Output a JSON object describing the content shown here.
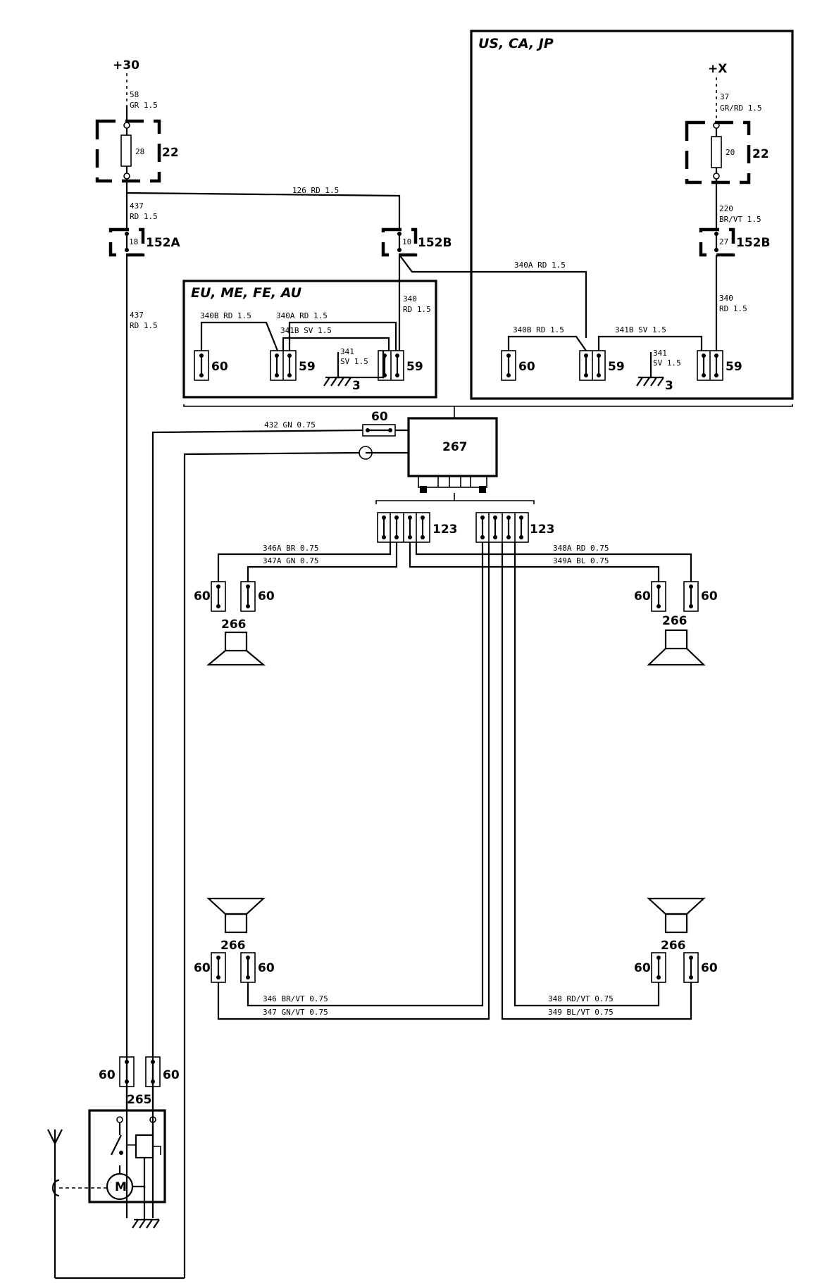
{
  "supply": {
    "plus30": "+30",
    "plusx": "+X"
  },
  "regions": {
    "north_america": "US, CA, JP",
    "europe": "EU, ME, FE, AU"
  },
  "components": {
    "fuse_box": "22",
    "fuse_28": "28",
    "fuse_20": "20",
    "connector_152a": "152A",
    "connector_152b": "152B",
    "pin_18": "18",
    "pin_10": "10",
    "pin_27": "27",
    "connector_60": "60",
    "connector_59": "59",
    "ground_3": "3",
    "radio": "267",
    "connector_123": "123",
    "speaker": "266",
    "antenna_motor": "265",
    "motor": "M"
  },
  "wires": {
    "w58": [
      "58",
      "GR 1.5"
    ],
    "w126": "126 RD 1.5",
    "w437a": [
      "437",
      "RD 1.5"
    ],
    "w437b": [
      "437",
      "RD 1.5"
    ],
    "w340": [
      "340",
      "RD 1.5"
    ],
    "w340b_eu": "340B RD 1.5",
    "w340a_eu": "340A RD 1.5",
    "w341b_eu": "341B SV 1.5",
    "w341_eu": [
      "341",
      "SV 1.5"
    ],
    "w37": [
      "37",
      "GR/RD 1.5"
    ],
    "w220": [
      "220",
      "BR/VT 1.5"
    ],
    "w340a_us": "340A RD 1.5",
    "w340_us": [
      "340",
      "RD 1.5"
    ],
    "w340b_us": "340B RD 1.5",
    "w341b_us": "341B SV 1.5",
    "w341_us": [
      "341",
      "SV 1.5"
    ],
    "w432": "432 GN 0.75",
    "w346a": "346A BR 0.75",
    "w347a": "347A GN 0.75",
    "w348a": "348A RD 0.75",
    "w349a": "349A BL 0.75",
    "w346": "346 BR/VT 0.75",
    "w347": "347 GN/VT 0.75",
    "w348": "348 RD/VT 0.75",
    "w349": "349 BL/VT 0.75"
  }
}
